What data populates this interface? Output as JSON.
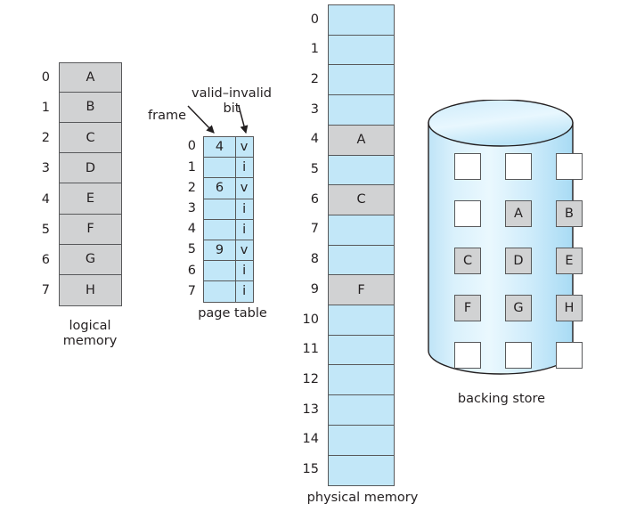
{
  "figure": {
    "title_none": ""
  },
  "logical_memory": {
    "caption": "logical\nmemory",
    "indices": [
      "0",
      "1",
      "2",
      "3",
      "4",
      "5",
      "6",
      "7"
    ],
    "cells": [
      "A",
      "B",
      "C",
      "D",
      "E",
      "F",
      "G",
      "H"
    ],
    "fill": "#d1d2d3"
  },
  "page_table": {
    "caption": "page table",
    "frame_label": "frame",
    "valid_bit_label": "valid–invalid\nbit",
    "indices": [
      "0",
      "1",
      "2",
      "3",
      "4",
      "5",
      "6",
      "7"
    ],
    "frames": [
      "4",
      "",
      "6",
      "",
      "",
      "9",
      "",
      ""
    ],
    "valid_bits": [
      "v",
      "i",
      "v",
      "i",
      "i",
      "v",
      "i",
      "i"
    ],
    "fill": "#c2e7f8"
  },
  "physical_memory": {
    "caption": "physical memory",
    "indices": [
      "0",
      "1",
      "2",
      "3",
      "4",
      "5",
      "6",
      "7",
      "8",
      "9",
      "10",
      "11",
      "12",
      "13",
      "14",
      "15"
    ],
    "cells": [
      "",
      "",
      "",
      "",
      "A",
      "",
      "C",
      "",
      "",
      "F",
      "",
      "",
      "",
      "",
      "",
      ""
    ],
    "empty_fill": "#c2e7f8",
    "used_fill": "#d1d2d3"
  },
  "backing_store": {
    "caption": "backing store",
    "rows": [
      [
        "",
        "",
        ""
      ],
      [
        "",
        "A",
        "B"
      ],
      [
        "C",
        "D",
        "E"
      ],
      [
        "F",
        "G",
        "H"
      ],
      [
        "",
        "",
        ""
      ]
    ],
    "filled_fill": "#d1d2d3",
    "empty_fill": "#ffffff",
    "cylinder_fill_light": "#dff2fc",
    "cylinder_fill_mid": "#bfe5f7"
  }
}
